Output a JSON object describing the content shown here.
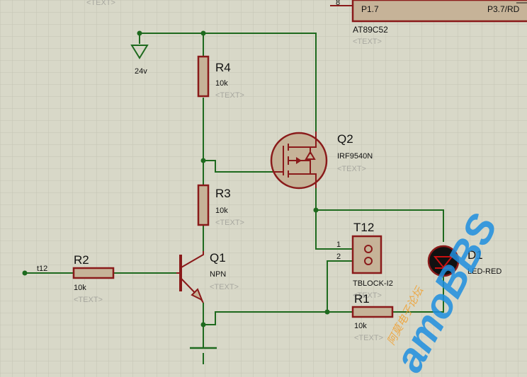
{
  "mcu": {
    "pin_num": "8",
    "pin_name": "P1.7",
    "pin_func": "P3.7/RD",
    "part": "AT89C52",
    "text": "<TEXT>"
  },
  "top_text": "<TEXT>",
  "supply": {
    "label": "24v"
  },
  "input": {
    "label": "t12"
  },
  "r4": {
    "ref": "R4",
    "value": "10k",
    "text": "<TEXT>"
  },
  "r3": {
    "ref": "R3",
    "value": "10k",
    "text": "<TEXT>"
  },
  "r2": {
    "ref": "R2",
    "value": "10k",
    "text": "<TEXT>"
  },
  "r1": {
    "ref": "R1",
    "value": "10k",
    "text": "<TEXT>"
  },
  "q1": {
    "ref": "Q1",
    "value": "NPN",
    "text": "<TEXT>"
  },
  "q2": {
    "ref": "Q2",
    "value": "IRF9540N",
    "text": "<TEXT>"
  },
  "t12": {
    "ref": "T12",
    "value": "TBLOCK-I2",
    "text": "<TEXT>",
    "pin1": "1",
    "pin2": "2"
  },
  "d1": {
    "ref": "D1",
    "value": "LED-RED"
  },
  "watermark": {
    "main": "amoBBS",
    "cn": "阿莫电子论坛"
  },
  "colors": {
    "wire": "#1e6a1e",
    "component": "#8a1a1a",
    "body": "#c6b398",
    "background": "#d8d8c8",
    "grid": "#c4c4b4",
    "watermark": "#1e8fe0",
    "watermark_cn": "#f0a030"
  }
}
